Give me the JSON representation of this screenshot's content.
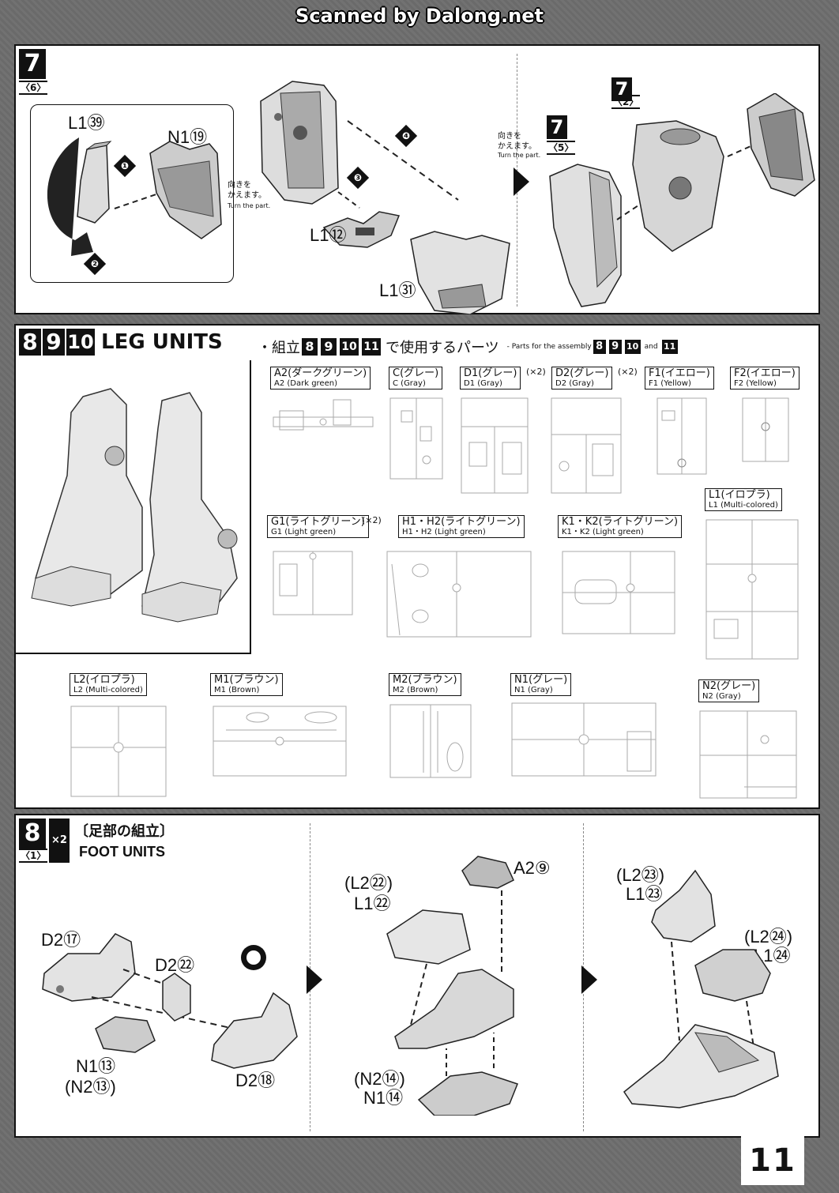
{
  "watermark": "Scanned by Dalong.net",
  "step7": {
    "step": "7",
    "sub": "〈6〉",
    "parts": {
      "l1_39": "L1㊴",
      "n1_19": "N1⑲",
      "l1_12": "L1⑫",
      "l1_31": "L1㉛"
    },
    "arrows": [
      "❶",
      "❷",
      "❸",
      "❹"
    ],
    "turn_jp": "向きを\nかえます。",
    "turn_en": "Turn the part.",
    "turn2_jp": "向きを\nかえます。",
    "turn2_en": "Turn the part.",
    "ref_a": {
      "step": "7",
      "sub": "〈5〉"
    },
    "ref_b": {
      "step": "7",
      "sub": "〈2〉"
    }
  },
  "leg": {
    "nums": [
      "8",
      "9",
      "10"
    ],
    "title": "LEG UNITS",
    "usage_jp": "・組立",
    "usage_nums": [
      "8",
      "9",
      "10",
      "11"
    ],
    "usage_jp2": "で使用するパーツ",
    "usage_en": "- Parts for the assembly",
    "usage_en_and": "and",
    "parts": [
      {
        "jp": "A2(ダークグリーン)",
        "en": "A2 (Dark green)",
        "mult": ""
      },
      {
        "jp": "C(グレー)",
        "en": "C (Gray)",
        "mult": ""
      },
      {
        "jp": "D1(グレー)",
        "en": "D1 (Gray)",
        "mult": "(×2)"
      },
      {
        "jp": "D2(グレー)",
        "en": "D2 (Gray)",
        "mult": "(×2)"
      },
      {
        "jp": "F1(イエロー)",
        "en": "F1 (Yellow)",
        "mult": ""
      },
      {
        "jp": "F2(イエロー)",
        "en": "F2 (Yellow)",
        "mult": ""
      },
      {
        "jp": "G1(ライトグリーン)",
        "en": "G1 (Light green)",
        "mult": "(×2)"
      },
      {
        "jp": "H1・H2(ライトグリーン)",
        "en": "H1・H2 (Light green)",
        "mult": ""
      },
      {
        "jp": "K1・K2(ライトグリーン)",
        "en": "K1・K2 (Light green)",
        "mult": ""
      },
      {
        "jp": "L1(イロプラ)",
        "en": "L1 (Multi-colored)",
        "mult": ""
      },
      {
        "jp": "L2(イロプラ)",
        "en": "L2 (Multi-colored)",
        "mult": ""
      },
      {
        "jp": "M1(ブラウン)",
        "en": "M1 (Brown)",
        "mult": ""
      },
      {
        "jp": "M2(ブラウン)",
        "en": "M2 (Brown)",
        "mult": ""
      },
      {
        "jp": "N1(グレー)",
        "en": "N1 (Gray)",
        "mult": ""
      },
      {
        "jp": "N2(グレー)",
        "en": "N2 (Gray)",
        "mult": ""
      }
    ]
  },
  "step8": {
    "step": "8",
    "sub": "〈1〉",
    "mult": "×2",
    "title_jp": "〔足部の組立〕",
    "title_en": "FOOT UNITS",
    "labels": {
      "d2_17": "D2⑰",
      "d2_22": "D2㉒",
      "d2_18": "D2⑱",
      "n1_13": "N1⑬",
      "n2_13": "(N2⑬)",
      "l2_22": "(L2㉒)",
      "l1_22": "L1㉒",
      "a2_9": "A2⑨",
      "n2_14": "(N2⑭)",
      "n1_14": "N1⑭",
      "l2_23": "(L2㉓)",
      "l1_23": "L1㉓",
      "l2_24": "(L2㉔)",
      "l1_24": "L1㉔"
    }
  },
  "page": "11"
}
